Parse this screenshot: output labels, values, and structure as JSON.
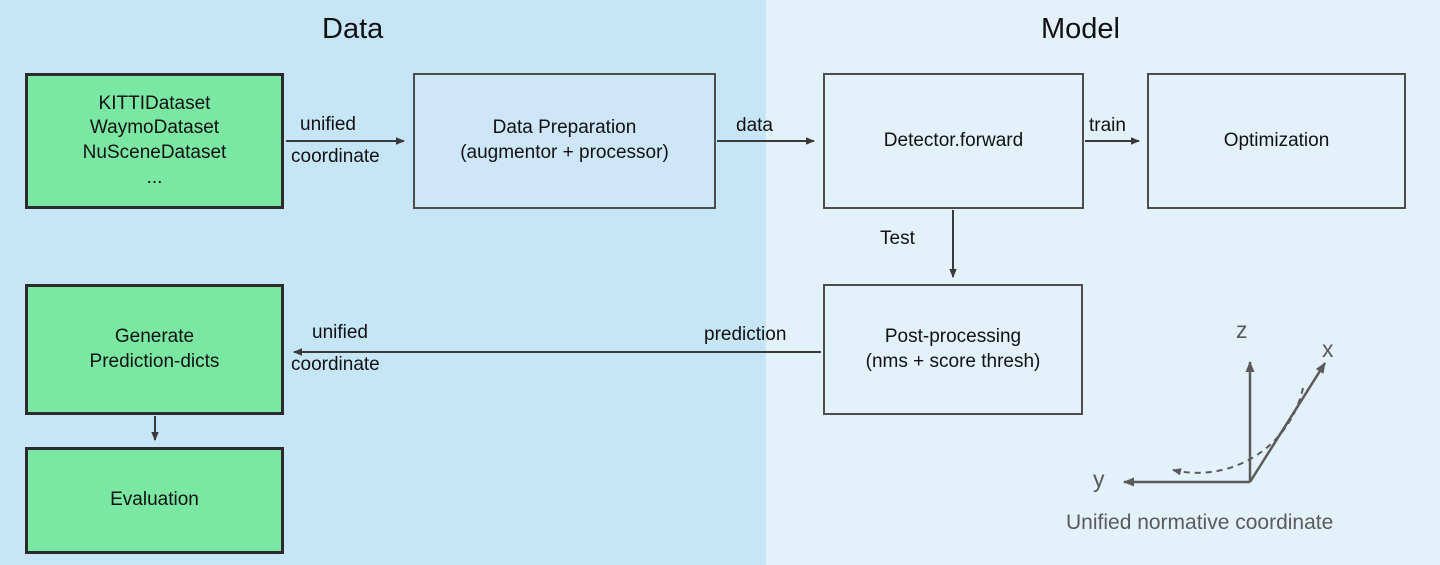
{
  "diagram": {
    "title_data": "Data",
    "title_model": "Model",
    "colors": {
      "region_data_bg": "#c6e5f7",
      "region_model_bg": "#e3f2fa",
      "node_green_fill": "#7ae8a3",
      "node_green_border": "#2b2b2b",
      "node_blue_left_fill": "#cde6f8",
      "node_blue_right_fill": "#e3f2fa",
      "node_blue_border": "#4d4d4d",
      "edge_stroke": "#3a3a3a",
      "axis_stroke": "#5a5a5a",
      "caption_text": "#5a5a5a"
    },
    "nodes": {
      "datasets": {
        "lines": [
          "KITTIDataset",
          "WaymoDataset",
          "NuSceneDataset",
          "...",
          ""
        ]
      },
      "data_preparation": {
        "line1": "Data Preparation",
        "line2": "(augmentor + processor)"
      },
      "detector": {
        "label": "Detector.forward"
      },
      "optimization": {
        "label": "Optimization"
      },
      "post_processing": {
        "line1": "Post-processing",
        "line2": "(nms + score thresh)"
      },
      "generate_prediction_dicts": {
        "line1": "Generate",
        "line2": "Prediction-dicts"
      },
      "evaluation": {
        "label": "Evaluation"
      }
    },
    "edges": {
      "datasets_to_prep_line1": "unified",
      "datasets_to_prep_line2": "coordinate",
      "prep_to_detector": "data",
      "detector_to_optimization": "train",
      "detector_to_postproc": "Test",
      "postproc_to_generate": "prediction",
      "postproc_to_generate_line1": "unified",
      "postproc_to_generate_line2": "coordinate"
    },
    "coordinate_widget": {
      "axis_z": "z",
      "axis_x": "x",
      "axis_y": "y",
      "caption": "Unified normative coordinate"
    }
  }
}
